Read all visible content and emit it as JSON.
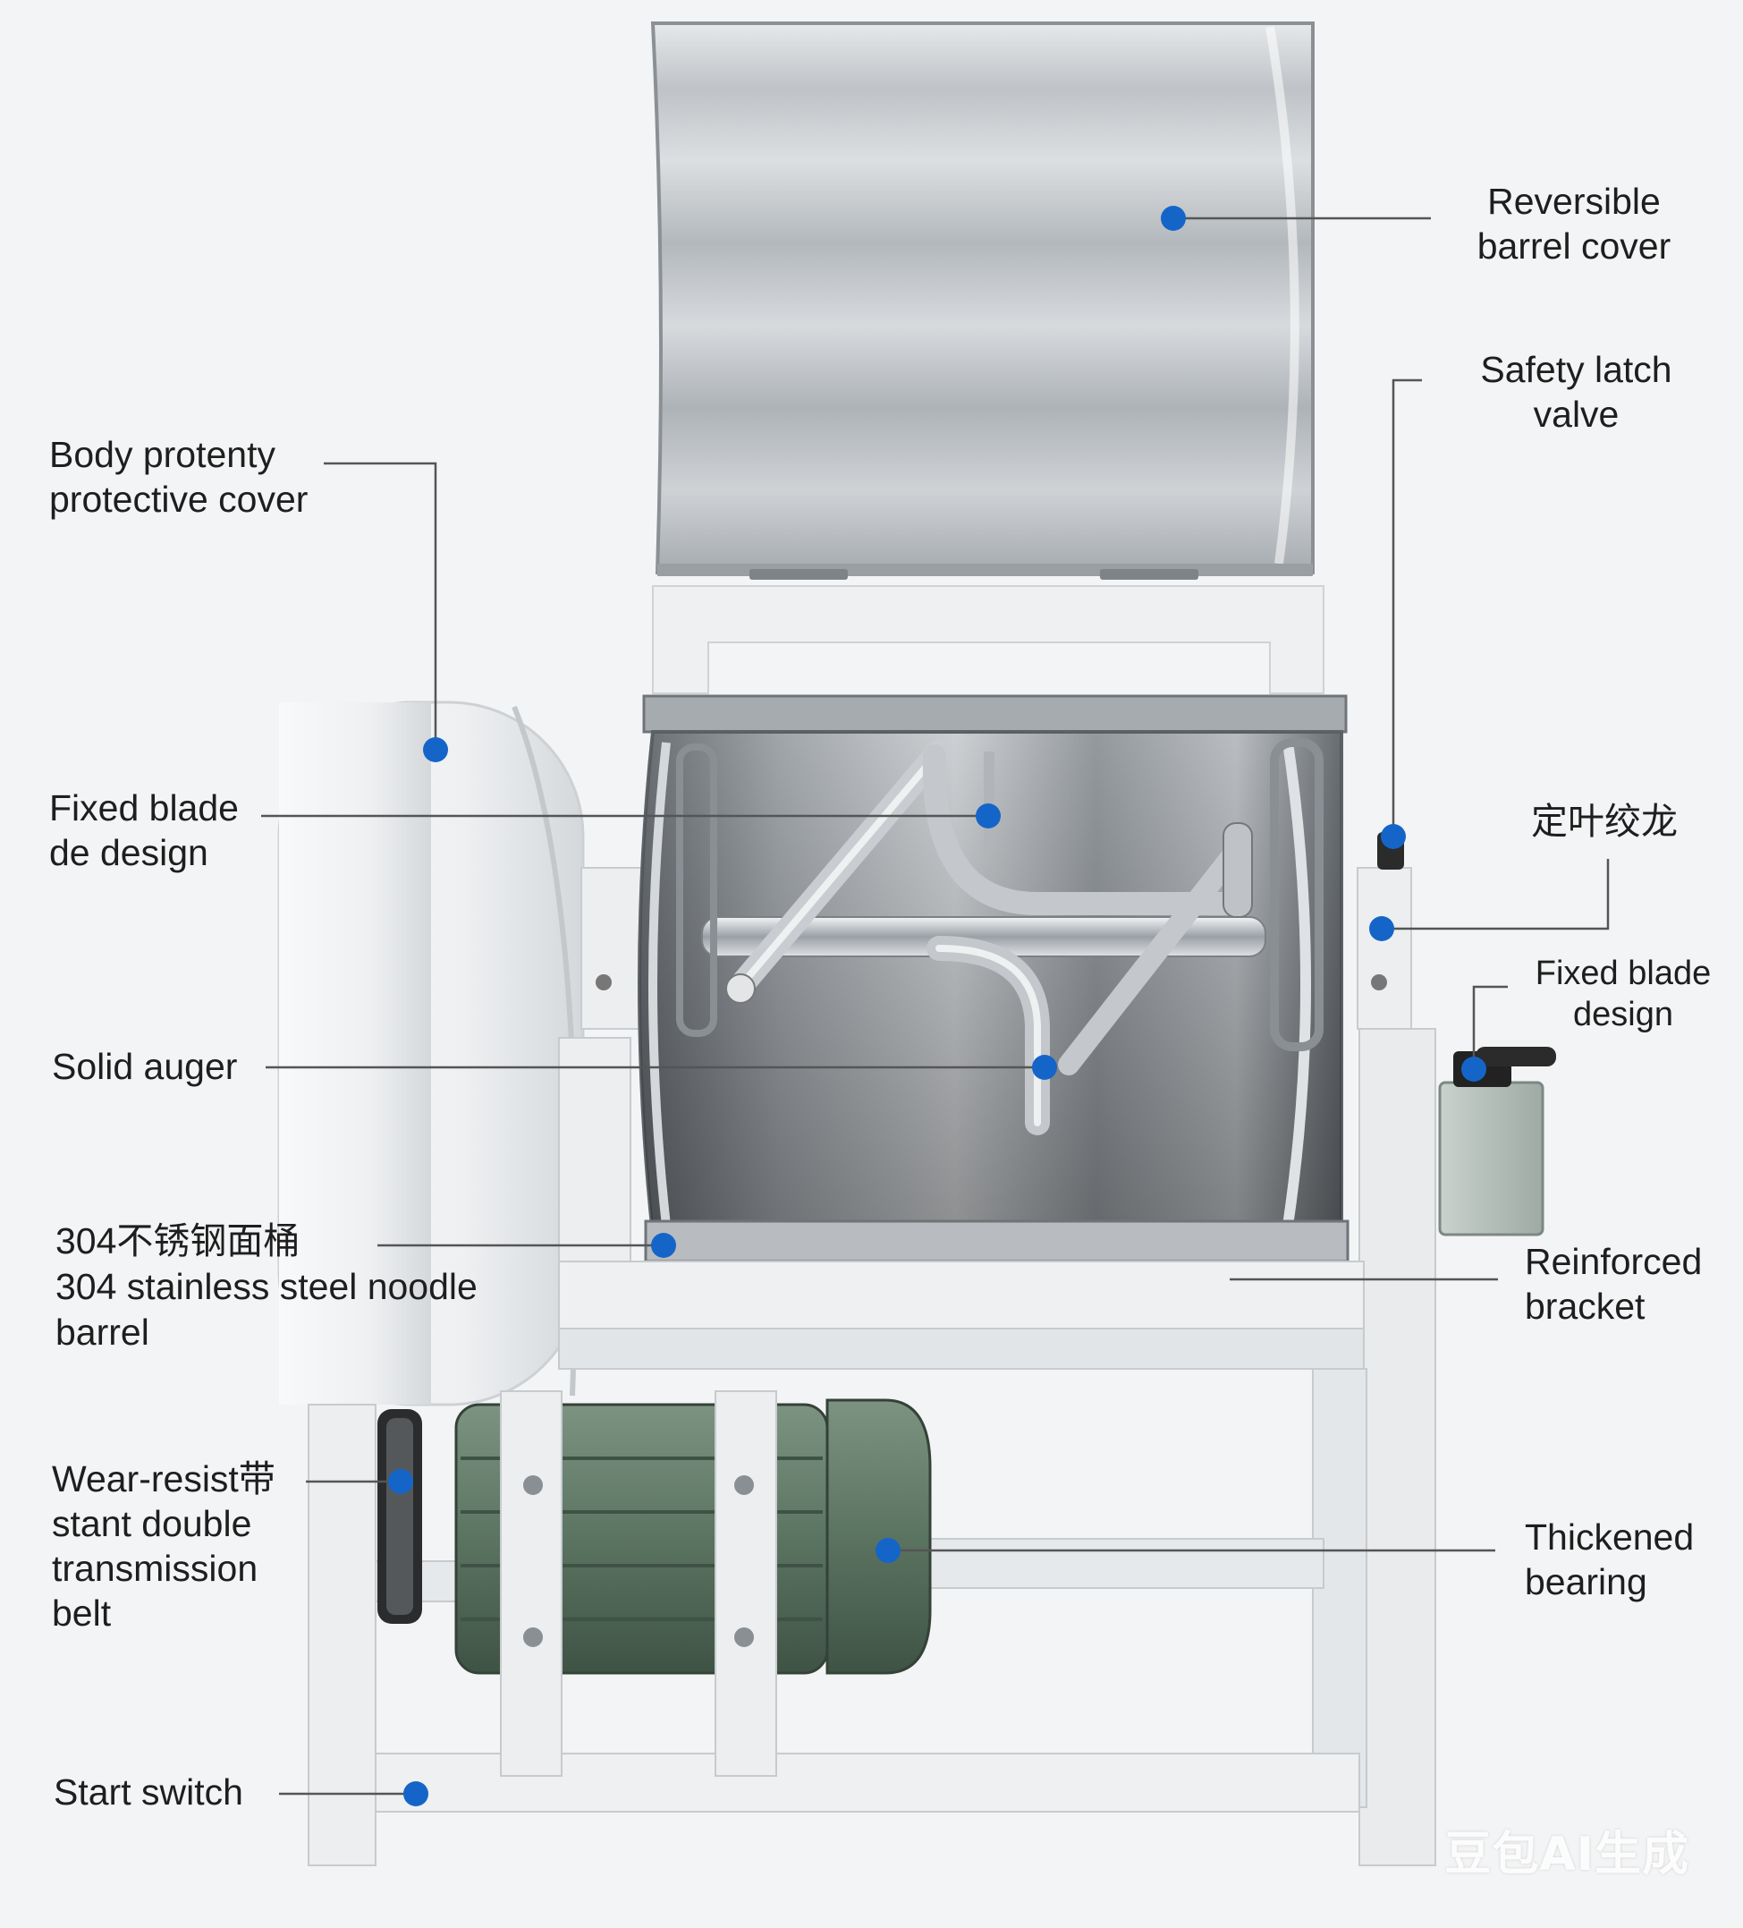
{
  "callouts": {
    "reversible_cover": [
      "Reversible",
      "barrel cover"
    ],
    "safety_latch": [
      "Safety latch",
      "valve"
    ],
    "body_cover": [
      "Body protenty",
      "protective cover"
    ],
    "fixed_blade_left": [
      "Fixed blade",
      "de design"
    ],
    "fixed_blade_cn": "定叶绞龙",
    "fixed_blade_right": [
      "Fixed blade",
      "design"
    ],
    "solid_auger": "Solid auger",
    "barrel": [
      "304不锈钢面桶",
      "304 stainless steel noodle",
      "barrel"
    ],
    "reinforced_bracket": [
      "Reinforced",
      "bracket"
    ],
    "belt": [
      "Wear-resist带",
      "stant double",
      "transmission",
      "belt"
    ],
    "thickened_bearing": [
      "Thickened",
      "bearing"
    ],
    "start_switch": "Start switch"
  },
  "watermark": "豆包AI生成",
  "colors": {
    "marker": "#1565c8",
    "leader_line": "#555555",
    "frame": "#e9ecef",
    "steel": "#b7bcc1",
    "motor": "#5d7563"
  }
}
